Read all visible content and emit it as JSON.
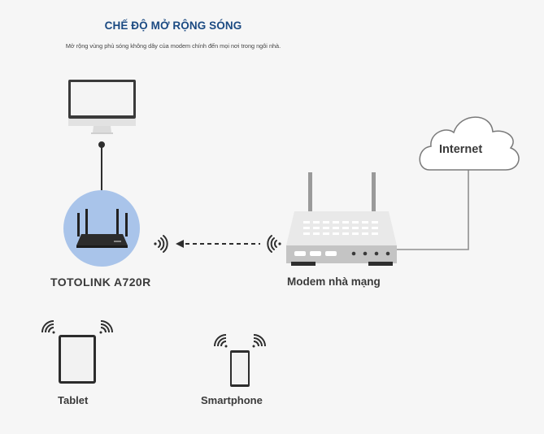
{
  "header": {
    "title": "CHẾ ĐỘ MỞ RỘNG SÓNG",
    "subtitle": "Mở rộng vùng phủ sóng không dây của modem chính đến mọi nơi trong ngôi nhà."
  },
  "nodes": {
    "computer": {
      "icon": "desktop-monitor-icon"
    },
    "extender": {
      "label": "TOTOLINK A720R",
      "icon": "router-icon",
      "highlight_color": "#a9c4ea"
    },
    "modem": {
      "label": "Modem nhà mạng",
      "icon": "modem-icon"
    },
    "internet": {
      "label": "Internet",
      "icon": "cloud-icon"
    },
    "tablet": {
      "label": "Tablet",
      "icon": "tablet-icon"
    },
    "smartphone": {
      "label": "Smartphone",
      "icon": "smartphone-icon"
    }
  },
  "connections": [
    {
      "from": "computer",
      "to": "extender",
      "type": "wired"
    },
    {
      "from": "modem",
      "to": "extender",
      "type": "wireless-dashed-arrow"
    },
    {
      "from": "modem",
      "to": "internet",
      "type": "wired"
    }
  ],
  "colors": {
    "title": "#1b4a82",
    "background": "#f6f6f6",
    "label": "#3a3a3a"
  }
}
